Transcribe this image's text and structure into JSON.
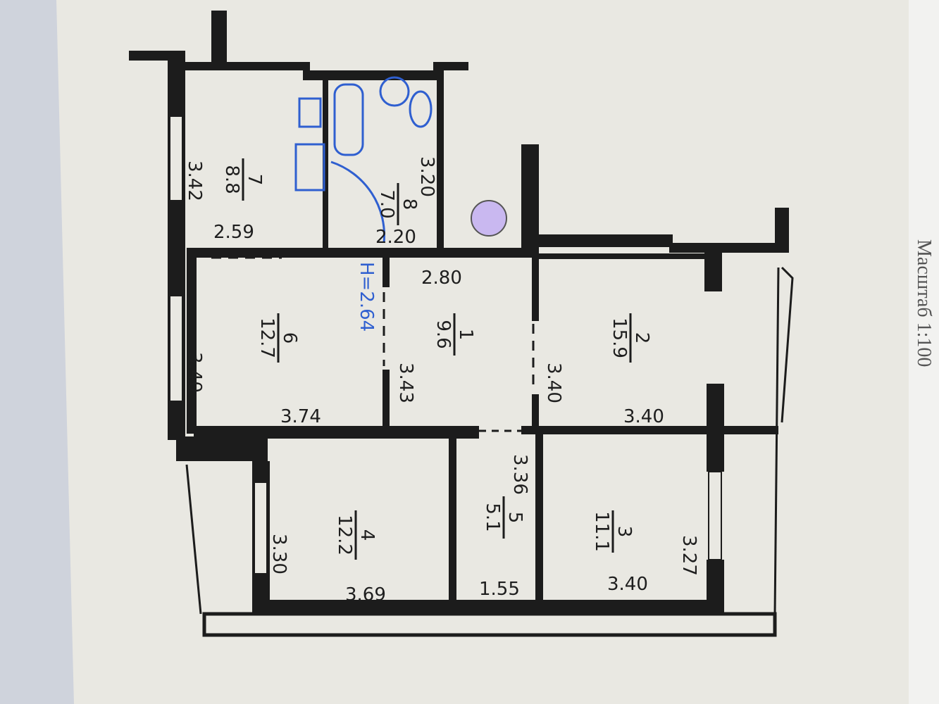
{
  "plan": {
    "ceiling_height": "H=2.64",
    "scale": "Масштаб 1:100",
    "rooms": [
      {
        "number": "7",
        "area": "8.8"
      },
      {
        "number": "8",
        "area": "7.0"
      },
      {
        "number": "6",
        "area": "12.7"
      },
      {
        "number": "1",
        "area": "9.6"
      },
      {
        "number": "2",
        "area": "15.9"
      },
      {
        "number": "4",
        "area": "12.2"
      },
      {
        "number": "5",
        "area": "5.1"
      },
      {
        "number": "3",
        "area": "11.1"
      }
    ],
    "dimensions": [
      "3.42",
      "2.59",
      "3.20",
      "2.20",
      "2.80",
      "3.40",
      "3.74",
      "3.43",
      "3.40",
      "3.40",
      "3.30",
      "3.69",
      "3.36",
      "1.55",
      "3.40",
      "3.27"
    ]
  },
  "colors": {
    "paper": "#e9e8e2",
    "ink": "#1c1c1c",
    "blue_ink": "#2f5fd0",
    "marker": "#c9b8f0"
  }
}
